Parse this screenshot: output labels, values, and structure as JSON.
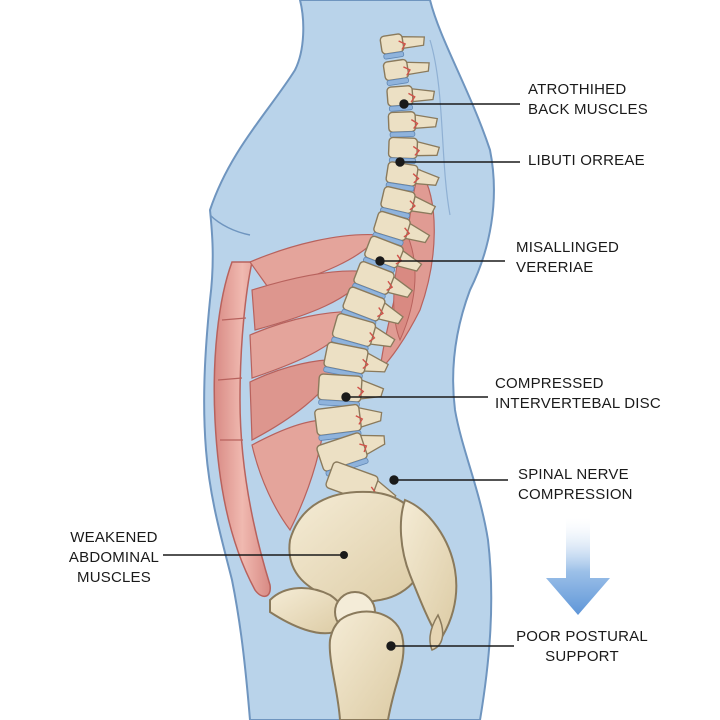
{
  "labels": {
    "atrophied_back_muscles": {
      "line1": "ATROTHIHED",
      "line2": "BACK MUSCLES"
    },
    "libut_orreae": {
      "line1": "LIBUTI ORREAE"
    },
    "misaligned_vertebrae": {
      "line1": "MISALLINGED",
      "line2": "VERERIAE"
    },
    "compressed_disc": {
      "line1": "COMPRESSED",
      "line2": "INTERVERTEBAL DISC"
    },
    "spinal_nerve": {
      "line1": "SPINAL NERVE",
      "line2": "COMPRESSION"
    },
    "weakened_abdominal": {
      "line1": "WEAKENED",
      "line2": "ABDOMINAL",
      "line3": "MUSCLES"
    },
    "poor_postural": {
      "line1": "POOR POSTURAL",
      "line2": "SUPPORT"
    }
  },
  "colors": {
    "body": "#b9d3ea",
    "body_outline": "#6f95bf",
    "bone": "#ece0c4",
    "bone_outline": "#8a7a5c",
    "disc": "#8fb3dc",
    "muscle": "#df9a93",
    "muscle_dark": "#c46a66",
    "leader": "#1a1a1a",
    "arrow": "#6fa3dd"
  }
}
